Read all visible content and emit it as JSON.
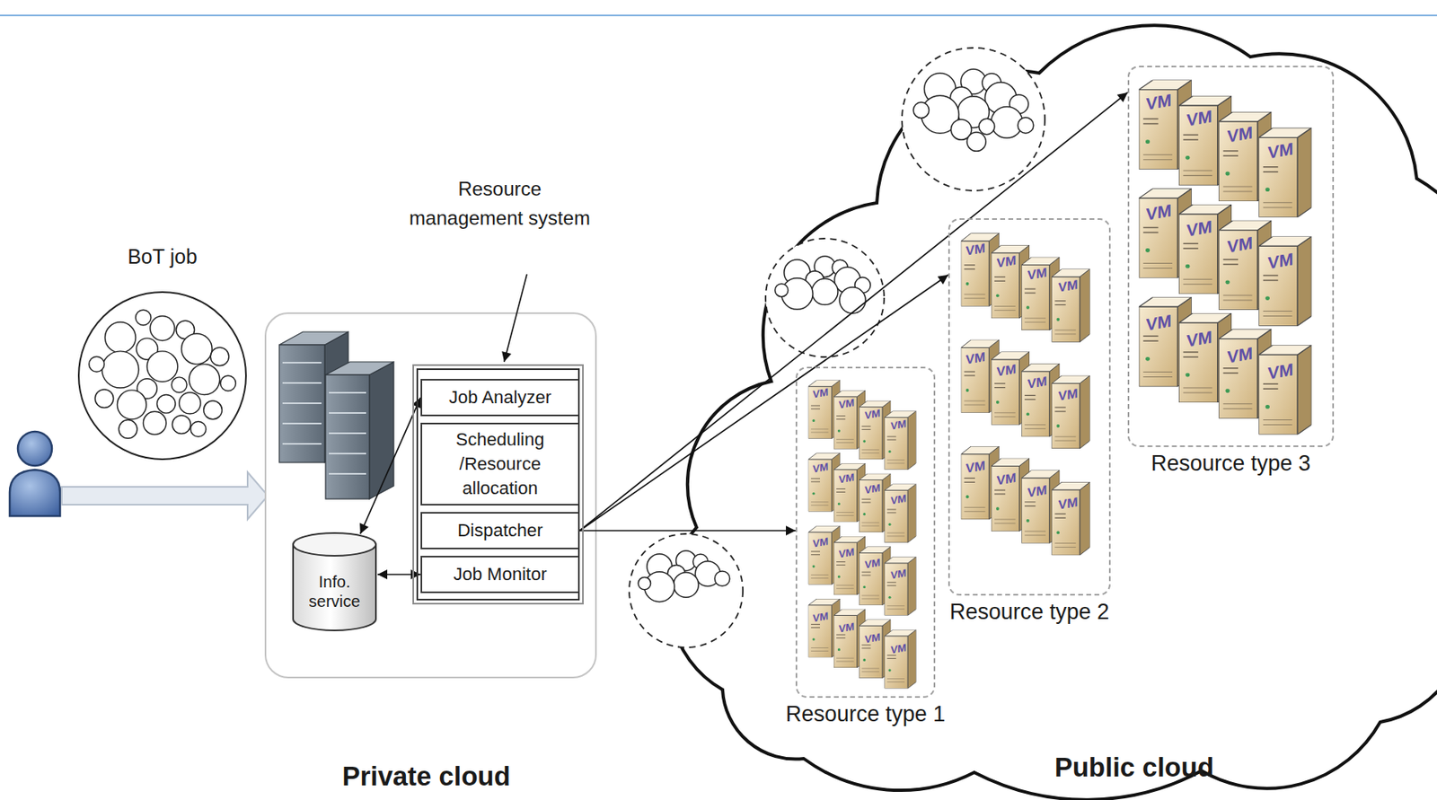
{
  "diagram": {
    "nodes": [
      {
        "text": [
          "BoT job"
        ]
      },
      {
        "text": [
          "Info. service"
        ]
      },
      {
        "text": [
          "Resource management system"
        ]
      },
      {
        "text": [
          "Job Analyzer"
        ],
        "in": 2
      },
      {
        "text": [
          "Scheduling /Resource allocation"
        ],
        "in": 2
      },
      {
        "text": [
          "Dispatcher"
        ],
        "in": 2
      },
      {
        "text": [
          "Job Monitor"
        ],
        "in": 2
      },
      {
        "text": [
          "Resource type 1"
        ]
      },
      {
        "text": [
          "Resource type 2"
        ]
      },
      {
        "text": [
          "Resource type 3"
        ]
      }
    ],
    "edges": [
      {
        "from": 1,
        "to": 3,
        "arrow": "both"
      },
      {
        "from": 1,
        "to": 6,
        "arrow": "both"
      },
      {
        "from": 5,
        "to": 7,
        "arrow": "to"
      },
      {
        "from": 5,
        "to": 8,
        "arrow": "to"
      },
      {
        "from": 5,
        "to": 9,
        "arrow": "to"
      }
    ],
    "labels": [
      "Private cloud",
      "Public cloud",
      "VM",
      "VM",
      "VM",
      "VM",
      "VM",
      "VM",
      "VM",
      "VM",
      "VM",
      "VM",
      "VM",
      "VM",
      "VM",
      "VM",
      "VM",
      "VM",
      "VM",
      "VM",
      "VM",
      "VM",
      "VM",
      "VM",
      "VM",
      "VM",
      "VM",
      "VM",
      "VM",
      "VM",
      "VM",
      "VM",
      "VM",
      "VM",
      "VM",
      "VM",
      "VM",
      "VM",
      "VM",
      "VM",
      "VM",
      "VM"
    ]
  }
}
